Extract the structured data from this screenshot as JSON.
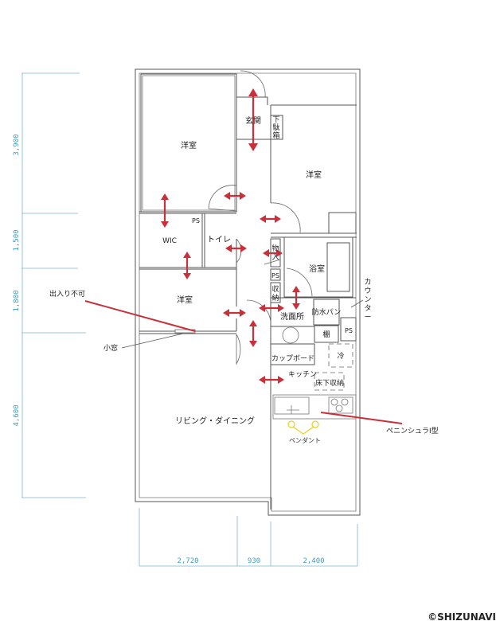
{
  "rooms": {
    "western_room_1": "洋室",
    "western_room_2": "洋室",
    "western_room_3": "洋室",
    "wic": "WIC",
    "toilet": "トイレ",
    "entrance": "玄関",
    "shoe_box": [
      "下",
      "駄",
      "箱"
    ],
    "storage": [
      "物",
      "入"
    ],
    "ps_1": "PS",
    "ps_2": "PS",
    "ps_3": "PS",
    "closet": [
      "収",
      "納"
    ],
    "bathroom": "浴室",
    "washroom": "洗面所",
    "washer_pan": "防水パン",
    "shelf": "棚",
    "cupboard": "カップボード",
    "fridge": "冷",
    "kitchen": "キッチン",
    "underfloor_storage": "床下収納",
    "living_dining": "リビング・ダイニング",
    "pendant": "ペンダント"
  },
  "callouts": {
    "no_entry": "出入り不可",
    "small_window": "小窓",
    "counter": [
      "カ",
      "ウ",
      "ン",
      "タ",
      "ー"
    ],
    "peninsula": "ペニンシュラI型"
  },
  "dimensions": {
    "left": [
      "3,900",
      "1,500",
      "1,800",
      "4,600"
    ],
    "bottom": [
      "2,720",
      "930",
      "2,400"
    ]
  },
  "copyright": "©SHIZUNAVI",
  "colors": {
    "arrow": "#c8303a",
    "dimension": "#3aa0c0",
    "pendant": "#e8d020"
  }
}
